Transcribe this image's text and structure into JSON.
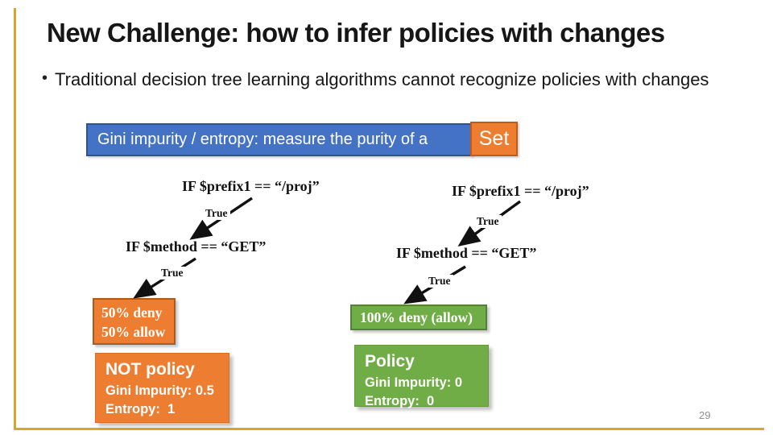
{
  "slide": {
    "title": "New Challenge: how to infer policies with changes",
    "bullet_glyph": "•",
    "bullet": "Traditional decision tree learning algorithms cannot recognize policies with changes",
    "page_number": "29",
    "accent_color": "#DCA528",
    "background_color": "#FFFFFF"
  },
  "definition_banner": {
    "text": "Gini impurity / entropy: measure the purity of a",
    "tag": "Set",
    "bar_color": "#4472C4",
    "bar_border_color": "#2E5395",
    "tag_color": "#ED7D31",
    "tag_border_color": "#C55A11"
  },
  "left_tree": {
    "node1": "IF $prefix1 == “/proj”",
    "edge1": "True",
    "node2": "IF $method == “GET”",
    "edge2": "True",
    "leaf_lines": [
      "50% deny",
      "50% allow"
    ],
    "result_title": "NOT policy",
    "result_lines": [
      "Gini Impurity: 0.5",
      "Entropy:  1"
    ],
    "box_color": "#ED7D31",
    "box_border_color": "#A85B1F"
  },
  "right_tree": {
    "node1": "IF $prefix1 == “/proj”",
    "edge1": "True",
    "node2": "IF $method == “GET”",
    "edge2": "True",
    "leaf_lines": [
      "100% deny (allow)"
    ],
    "result_title": "Policy",
    "result_lines": [
      "Gini Impurity: 0",
      "Entropy:  0"
    ],
    "box_color": "#70AD47",
    "box_border_color": "#54813A"
  }
}
